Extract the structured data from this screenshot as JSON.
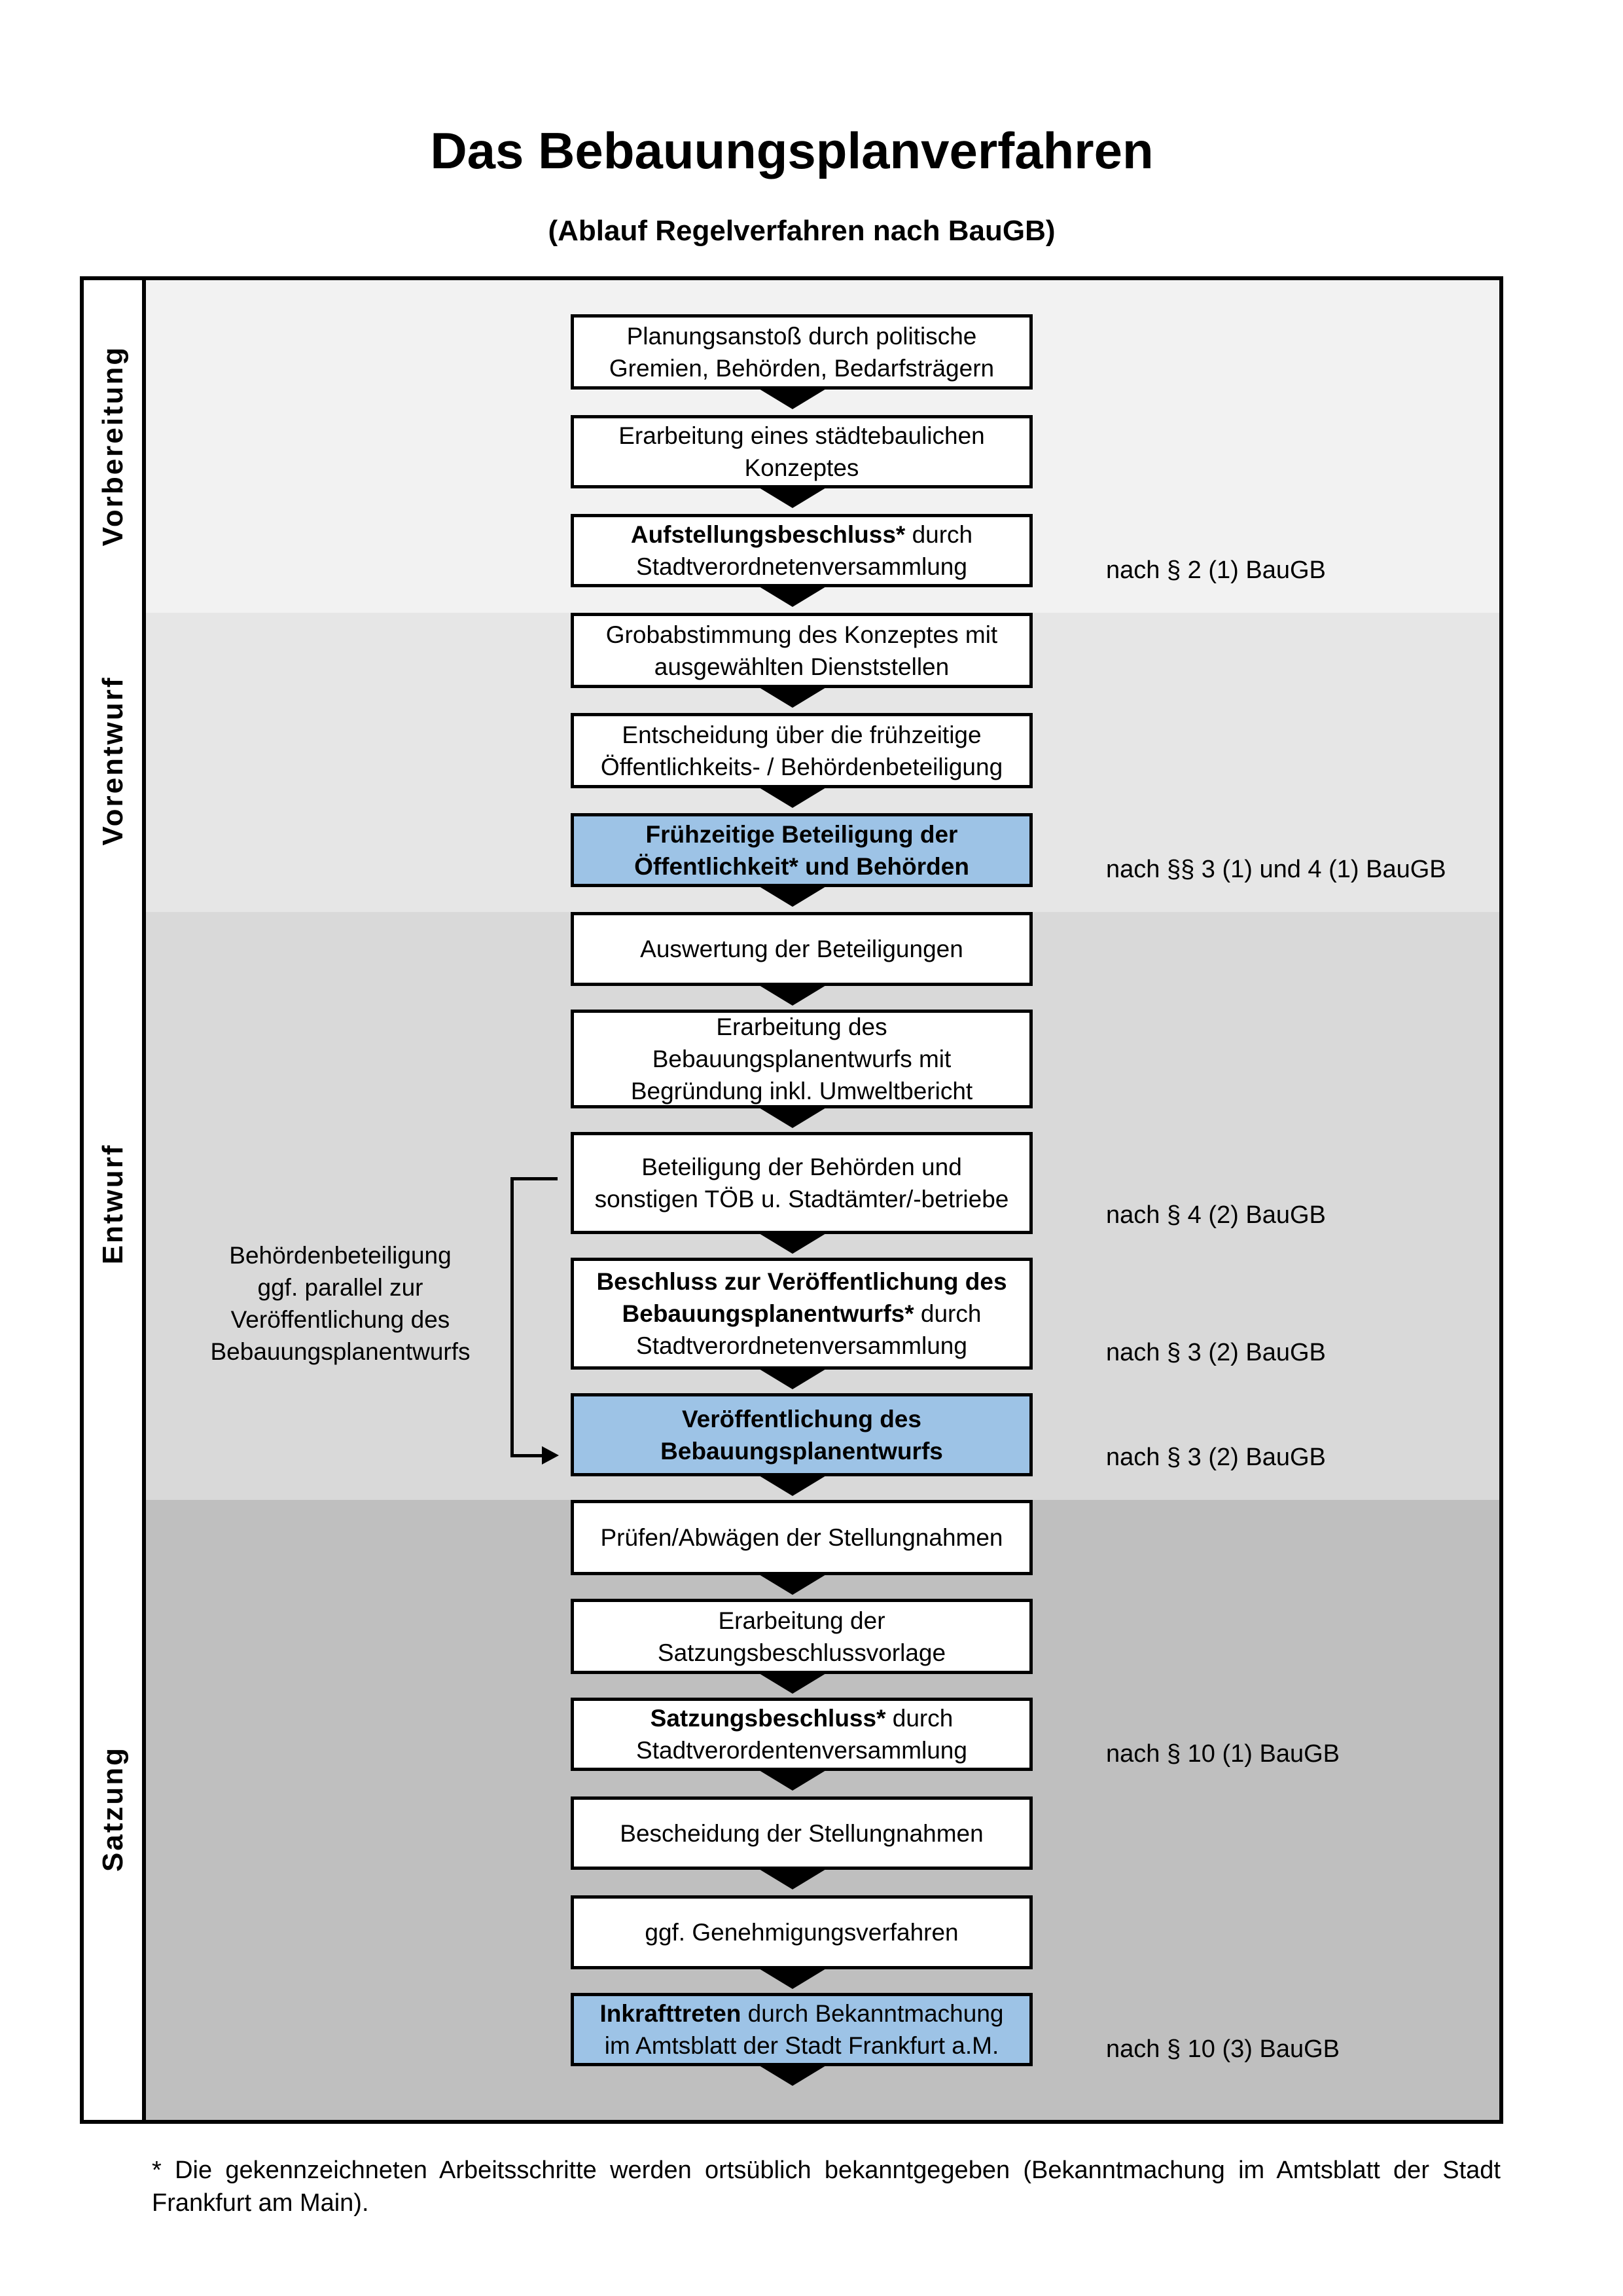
{
  "title": "Das Bebauungsplanverfahren",
  "subtitle": "(Ablauf Regelverfahren nach BauGB)",
  "colors": {
    "phase_vorbereitung": "#f2f2f2",
    "phase_vorentwurf": "#e6e6e6",
    "phase_entwurf": "#d9d9d9",
    "phase_satzung": "#bfbfbf",
    "highlight": "#9dc3e6"
  },
  "phases": [
    {
      "label": "Vorbereitung"
    },
    {
      "label": "Vorentwurf"
    },
    {
      "label": "Entwurf"
    },
    {
      "label": "Satzung"
    }
  ],
  "steps": [
    {
      "highlight": false,
      "lines": [
        [
          {
            "t": "Planungsanstoß durch politische"
          }
        ],
        [
          {
            "t": "Gremien, Behörden, Bedarfsträgern"
          }
        ]
      ]
    },
    {
      "highlight": false,
      "lines": [
        [
          {
            "t": "Erarbeitung eines städtebaulichen"
          }
        ],
        [
          {
            "t": "Konzeptes"
          }
        ]
      ]
    },
    {
      "highlight": false,
      "lines": [
        [
          {
            "t": "Aufstellungsbeschluss*",
            "b": true
          },
          {
            "t": " durch"
          }
        ],
        [
          {
            "t": "Stadtverordnetenversammlung"
          }
        ]
      ]
    },
    {
      "highlight": false,
      "lines": [
        [
          {
            "t": "Grobabstimmung des Konzeptes mit"
          }
        ],
        [
          {
            "t": "ausgewählten Dienststellen"
          }
        ]
      ]
    },
    {
      "highlight": false,
      "lines": [
        [
          {
            "t": "Entscheidung über die frühzeitige"
          }
        ],
        [
          {
            "t": "Öffentlichkeits- / Behördenbeteiligung"
          }
        ]
      ]
    },
    {
      "highlight": true,
      "lines": [
        [
          {
            "t": "Frühzeitige Beteiligung der",
            "b": true
          }
        ],
        [
          {
            "t": "Öffentlichkeit* und Behörden",
            "b": true
          }
        ]
      ]
    },
    {
      "highlight": false,
      "lines": [
        [
          {
            "t": "Auswertung der Beteiligungen"
          }
        ]
      ]
    },
    {
      "highlight": false,
      "lines": [
        [
          {
            "t": "Erarbeitung des"
          }
        ],
        [
          {
            "t": "Bebauungsplanentwurfs mit"
          }
        ],
        [
          {
            "t": "Begründung inkl. Umweltbericht"
          }
        ]
      ]
    },
    {
      "highlight": false,
      "lines": [
        [
          {
            "t": "Beteiligung der Behörden und"
          }
        ],
        [
          {
            "t": "sonstigen TÖB u. Stadtämter/-betriebe"
          }
        ]
      ]
    },
    {
      "highlight": false,
      "lines": [
        [
          {
            "t": "Beschluss zur Veröffentlichung des",
            "b": true
          }
        ],
        [
          {
            "t": "Bebauungsplanentwurfs*",
            "b": true
          },
          {
            "t": " durch"
          }
        ],
        [
          {
            "t": "Stadtverordnetenversammlung"
          }
        ]
      ]
    },
    {
      "highlight": true,
      "lines": [
        [
          {
            "t": "Veröffentlichung des",
            "b": true
          }
        ],
        [
          {
            "t": "Bebauungsplanentwurfs",
            "b": true
          }
        ]
      ]
    },
    {
      "highlight": false,
      "lines": [
        [
          {
            "t": "Prüfen/Abwägen der Stellungnahmen"
          }
        ]
      ]
    },
    {
      "highlight": false,
      "lines": [
        [
          {
            "t": "Erarbeitung der"
          }
        ],
        [
          {
            "t": "Satzungsbeschlussvorlage"
          }
        ]
      ]
    },
    {
      "highlight": false,
      "lines": [
        [
          {
            "t": "Satzungsbeschluss*",
            "b": true
          },
          {
            "t": " durch"
          }
        ],
        [
          {
            "t": "Stadtverordentenversammlung"
          }
        ]
      ]
    },
    {
      "highlight": false,
      "lines": [
        [
          {
            "t": "Bescheidung der Stellungnahmen"
          }
        ]
      ]
    },
    {
      "highlight": false,
      "lines": [
        [
          {
            "t": "ggf. Genehmigungsverfahren"
          }
        ]
      ]
    },
    {
      "highlight": true,
      "lines": [
        [
          {
            "t": "Inkrafttreten",
            "b": true
          },
          {
            "t": " durch Bekanntmachung"
          }
        ],
        [
          {
            "t": "im Amtsblatt der Stadt Frankfurt a.M."
          }
        ]
      ]
    }
  ],
  "notes": [
    "nach § 2 (1) BauGB",
    "nach §§ 3 (1) und 4 (1) BauGB",
    "nach § 4 (2) BauGB",
    "nach § 3 (2) BauGB",
    "nach § 3 (2) BauGB",
    "nach § 10 (1) BauGB",
    "nach § 10 (3) BauGB"
  ],
  "side_note": [
    "Behördenbeteiligung",
    "ggf. parallel zur",
    "Veröffentlichung des",
    "Bebauungsplanentwurfs"
  ],
  "footnote": "* Die gekennzeichneten Arbeitsschritte werden ortsüblich bekanntgegeben (Bekanntmachung im Amtsblatt  der Stadt Frankfurt am Main)."
}
